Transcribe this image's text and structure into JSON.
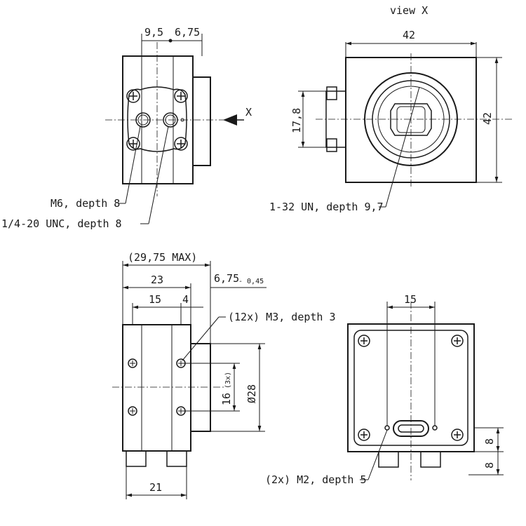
{
  "view_title": "view X",
  "view_marker": "X",
  "top_left": {
    "dim_a": "9,5",
    "dim_b": "6,75",
    "callout_1": "M6, depth 8",
    "callout_2": "1/4-20 UNC, depth 8"
  },
  "top_right": {
    "width": "42",
    "height": "42",
    "offset": "17,8",
    "callout": "1-32 UN, depth 9,7"
  },
  "bottom_left": {
    "max_length": "(29,75 MAX)",
    "length": "23",
    "flange": "6,75",
    "flange_tol": "- 0,45",
    "hole_pitch": "15",
    "hole_offset": "4",
    "callout": "(12x) M3, depth 3",
    "pitch_v": "16",
    "pitch_v_qty": "(3x)",
    "diameter": "Ø28",
    "base": "21"
  },
  "bottom_right": {
    "spacing": "15",
    "dim_upper": "8",
    "dim_lower": "8",
    "callout": "(2x) M2, depth 5"
  }
}
